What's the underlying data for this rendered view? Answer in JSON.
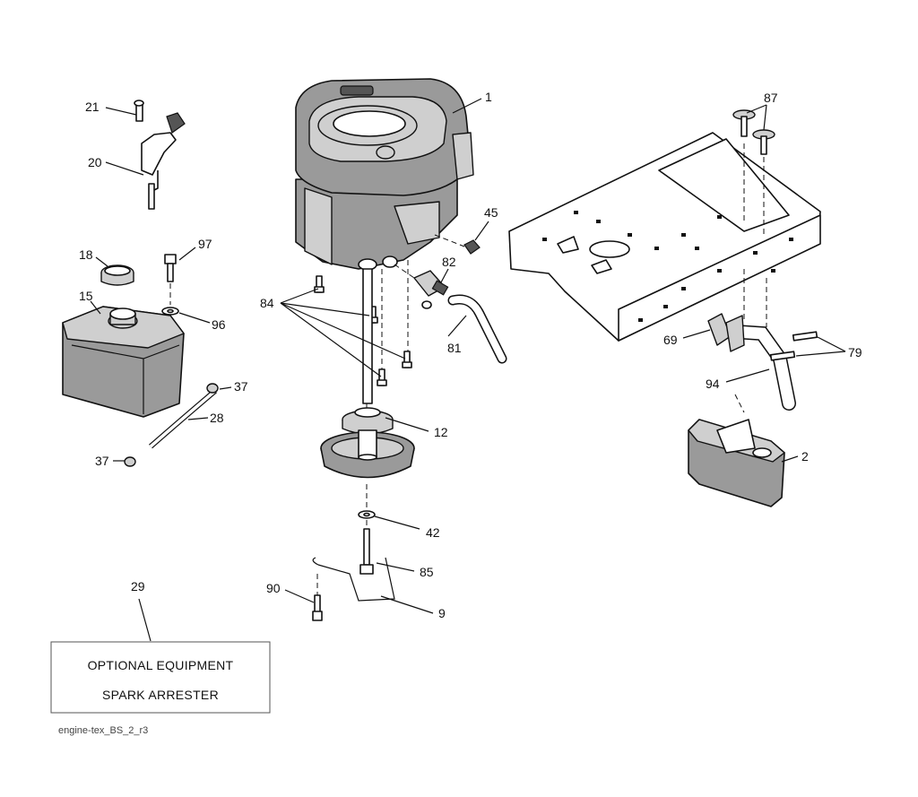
{
  "callouts": {
    "c1": "1",
    "c2": "2",
    "c9": "9",
    "c12": "12",
    "c15": "15",
    "c18": "18",
    "c20": "20",
    "c21": "21",
    "c28": "28",
    "c29": "29",
    "c37a": "37",
    "c37b": "37",
    "c42": "42",
    "c45": "45",
    "c69": "69",
    "c79": "79",
    "c81": "81",
    "c82": "82",
    "c84": "84",
    "c85": "85",
    "c87": "87",
    "c90": "90",
    "c94": "94",
    "c96": "96",
    "c97": "97"
  },
  "optional_box": {
    "line1": "OPTIONAL EQUIPMENT",
    "line2": "SPARK ARRESTER"
  },
  "reference": "engine-tex_BS_2_r3"
}
